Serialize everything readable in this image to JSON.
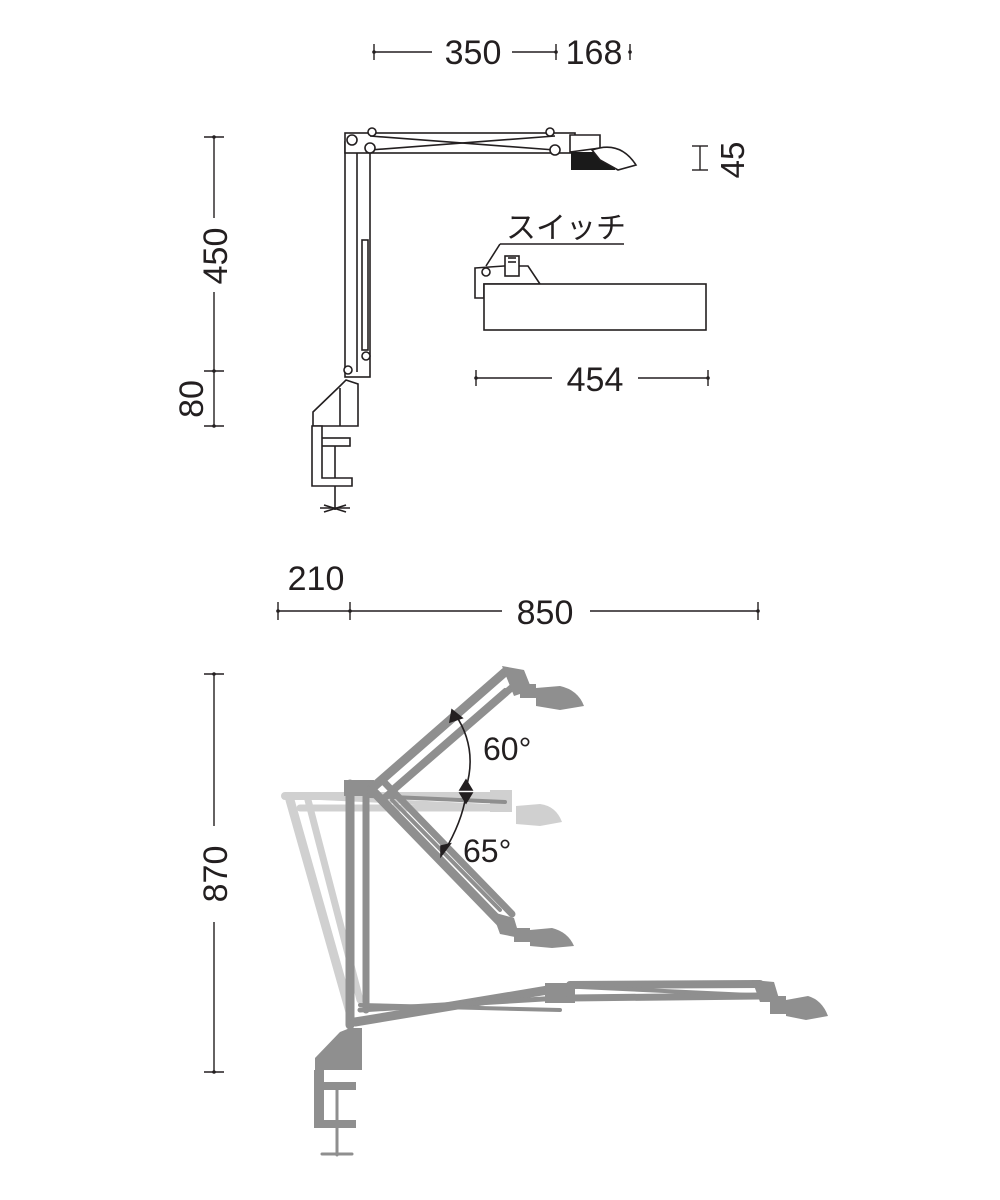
{
  "dimensions": {
    "arm_front": "350",
    "arm_head": "168",
    "head_height": "45",
    "upper_height": "450",
    "base_height": "80",
    "shade_width": "454",
    "reach_offset": "210",
    "reach_total": "850",
    "max_height": "870"
  },
  "labels": {
    "switch": "スイッチ"
  },
  "angles": {
    "up": "60°",
    "down": "65°"
  },
  "colors": {
    "line": "#231f20",
    "arm_dark": "#8c8c8c",
    "arm_light": "#cfcfcf",
    "head_black": "#1a1a1a"
  }
}
